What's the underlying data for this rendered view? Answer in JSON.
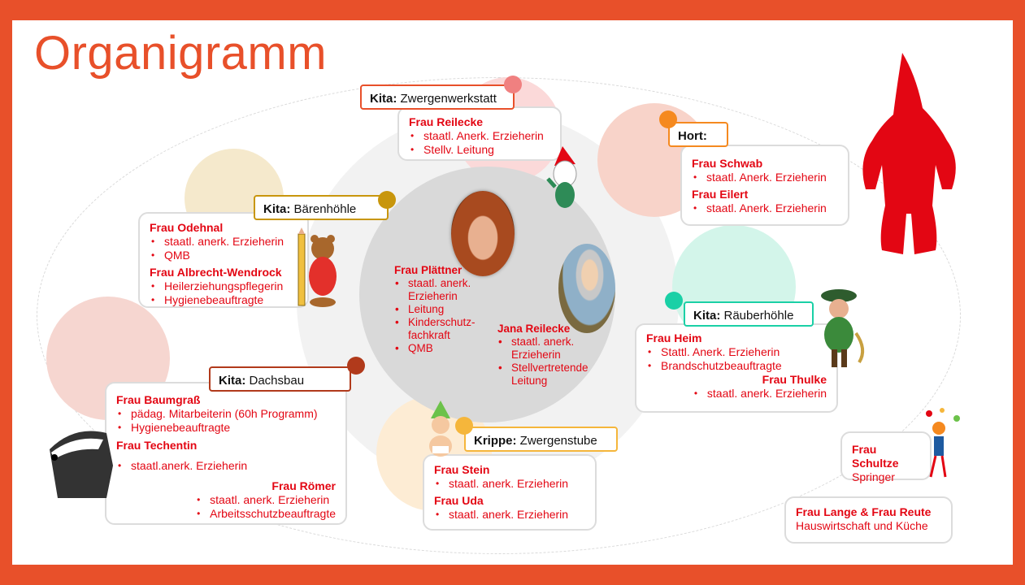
{
  "title": "Organigramm",
  "colors": {
    "accent": "#e8502a",
    "name_red": "#e30613",
    "pink": "#f08080",
    "yellow": "#c8960c",
    "orange": "#f5891f",
    "teal": "#1ad0a6",
    "dark_red": "#b13a1b",
    "gold": "#f5b63b"
  },
  "leitung": {
    "name": "Frau Plättner",
    "items": [
      "staatl. anerk. Erzieherin",
      "Leitung",
      "Kinderschutz-fachkraft",
      "QMB"
    ],
    "stellv_name": "Jana Reilecke",
    "stellv_items": [
      "staatl. anerk. Erzieherin",
      "Stellvertretende Leitung"
    ]
  },
  "zwergenwerkstatt": {
    "label_bold": "Kita:",
    "label_rest": " Zwergenwerkstatt",
    "name": "Frau Reilecke",
    "items": [
      "staatl. Anerk. Erzieherin",
      "Stellv. Leitung"
    ]
  },
  "hort": {
    "label_bold": "Hort:",
    "name1": "Frau Schwab",
    "items1": [
      "staatl. Anerk. Erzieherin"
    ],
    "name2": "Frau Eilert",
    "items2": [
      "staatl. Anerk. Erzieherin"
    ]
  },
  "baerenhoehle": {
    "label_bold": "Kita:",
    "label_rest": " Bärenhöhle",
    "name1": "Frau Odehnal",
    "items1": [
      "staatl. anerk. Erzieherin",
      "QMB"
    ],
    "name2": "Frau Albrecht-Wendrock",
    "items2": [
      "Heilerziehungspflegerin",
      "Hygienebeauftragte"
    ]
  },
  "raeuberhoehle": {
    "label_bold": "Kita:",
    "label_rest": " Räuberhöhle",
    "name1": "Frau Heim",
    "items1": [
      "Stattl. Anerk. Erzieherin",
      "Brandschutzbeauftragte"
    ],
    "name2": "Frau Thulke",
    "items2": [
      "staatl. anerk. Erzieherin"
    ]
  },
  "dachsbau": {
    "label_bold": "Kita:",
    "label_rest": " Dachsbau",
    "name1": "Frau Baumgraß",
    "items1": [
      "pädag. Mitarbeiterin (60h Programm)",
      "Hygienebeauftragte"
    ],
    "name2": "Frau Techentin",
    "items2": [
      "staatl.anerk. Erzieherin"
    ],
    "name3": "Frau Römer",
    "items3": [
      "staatl. anerk. Erzieherin",
      "Arbeitsschutzbeauftragte"
    ]
  },
  "zwergenstube": {
    "label_bold": "Krippe:",
    "label_rest": " Zwergenstube",
    "name1": "Frau Stein",
    "items1": [
      "staatl. anerk. Erzieherin"
    ],
    "name2": "Frau Uda",
    "items2": [
      "staatl. anerk. Erzieherin"
    ]
  },
  "springer": {
    "name": "Frau Schultze",
    "role": "Springer"
  },
  "hauswirtschaft": {
    "name": "Frau Lange & Frau Reute",
    "role": "Hauswirtschaft und Küche"
  }
}
